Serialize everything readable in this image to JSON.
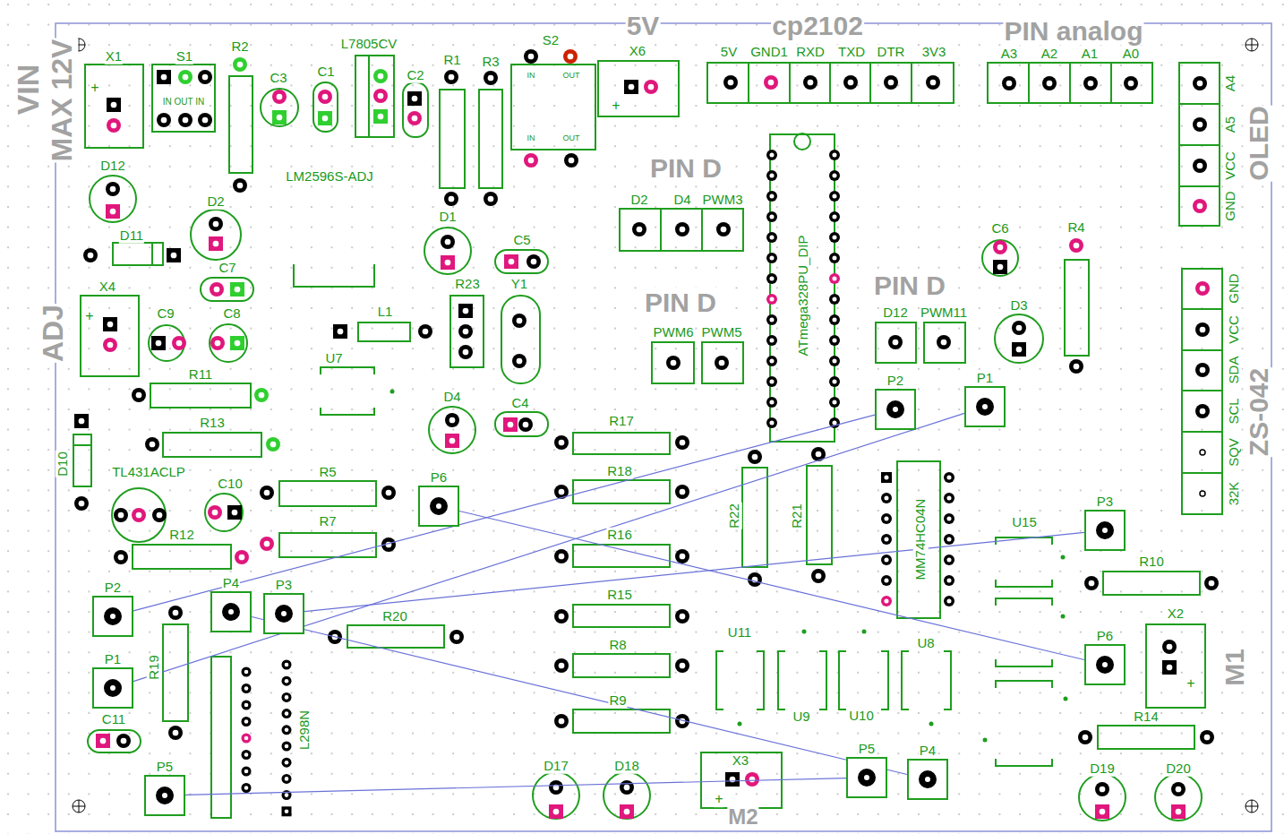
{
  "diagram": {
    "nodes": [
      {
        "text": [
          "P1"
        ]
      },
      {
        "text": [
          "P2"
        ]
      },
      {
        "text": [
          "P6"
        ]
      },
      {
        "text": [
          "P3"
        ]
      },
      {
        "text": [
          "P4"
        ]
      },
      {
        "text": [
          "P3"
        ]
      },
      {
        "text": [
          "P2"
        ]
      },
      {
        "text": [
          "P6"
        ]
      },
      {
        "text": [
          "P1"
        ]
      },
      {
        "text": [
          "P5"
        ]
      },
      {
        "text": [
          "P4"
        ]
      },
      {
        "text": [
          "P5"
        ]
      }
    ],
    "edges": [
      {
        "from": 6,
        "to": 1,
        "arrow": "none"
      },
      {
        "from": 8,
        "to": 0,
        "arrow": "none"
      },
      {
        "from": 5,
        "to": 3,
        "arrow": "none"
      },
      {
        "from": 4,
        "to": 10,
        "arrow": "none"
      },
      {
        "from": 11,
        "to": 9,
        "arrow": "none"
      },
      {
        "from": 2,
        "to": 7,
        "arrow": "none"
      }
    ],
    "labels": [
      "VIN",
      "MAX 12V",
      "ADJ",
      "5V",
      "cp2102",
      "PIN analog",
      "X1",
      "+",
      "S1",
      "IN OUT IN",
      "R2",
      "C3",
      "C1",
      "L7805CV",
      "C2",
      "R1",
      "R3",
      "S2",
      "IN",
      "OUT",
      "IN",
      "OUT",
      "X6",
      "+",
      "5V",
      "GND1",
      "RXD",
      "TXD",
      "DTR",
      "3V3",
      "A3",
      "A2",
      "A1",
      "A0",
      "A4",
      "A5",
      "VCC",
      "GND",
      "OLED",
      "D12",
      "LM2596S-ADJ",
      "D2",
      "D11",
      "D1",
      "C5",
      "PIN D",
      "D2",
      "D4",
      "PWM3",
      "C7",
      "ATmega328PU_DIP",
      "C6",
      "R4",
      "GND",
      "VCC",
      "SDA",
      "SCL",
      "SQV",
      "32K",
      "ZS-042",
      "X4",
      "+",
      "C9",
      "C8",
      "L1",
      "R23",
      "Y1",
      "PIN D",
      "PWM6",
      "PWM5",
      "PIN D",
      "D12",
      "PWM11",
      "D3",
      "U7",
      "R11",
      "D4",
      "C4",
      "R13",
      "R17",
      "D10",
      "TL431ACLP",
      "C10",
      "R5",
      "R18",
      "R22",
      "R21",
      "MM74HC04N",
      "U15",
      "R7",
      "R12",
      "R16",
      "R10",
      "R15",
      "R20",
      "X2",
      "U11",
      "U8",
      "R8",
      "R19",
      "M1",
      "+",
      "R9",
      "U9",
      "U10",
      "R14",
      "C11",
      "L298N",
      "X3",
      "+",
      "D17",
      "D18",
      "D19",
      "D20",
      "M2"
    ]
  }
}
